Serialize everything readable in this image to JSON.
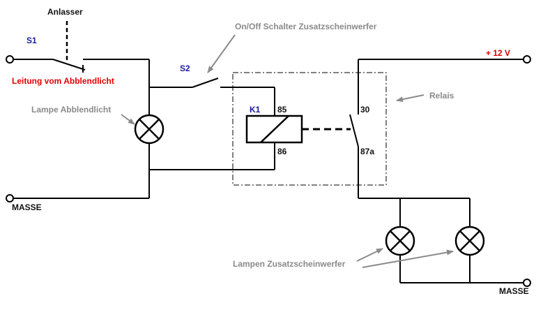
{
  "labels": {
    "anlasser": "Anlasser",
    "s1": "S1",
    "s2": "S2",
    "k1": "K1",
    "leitung": "Leitung vom Abblendlicht",
    "lampe_abblend": "Lampe Abblendlicht",
    "onoff": "On/Off Schalter Zusatzscheinwerfer",
    "relais": "Relais",
    "plus12v": "+ 12 V",
    "masse_left": "MASSE",
    "masse_right": "MASSE",
    "lampen_zusatz": "Lampen Zusatzscheinwerfer",
    "pin85": "85",
    "pin86": "86",
    "pin30": "30",
    "pin87a": "87a"
  },
  "colors": {
    "wire": "#000000",
    "annotation": "#8a8a8a",
    "component_label": "#1a1aa0",
    "highlight": "#e00000"
  }
}
